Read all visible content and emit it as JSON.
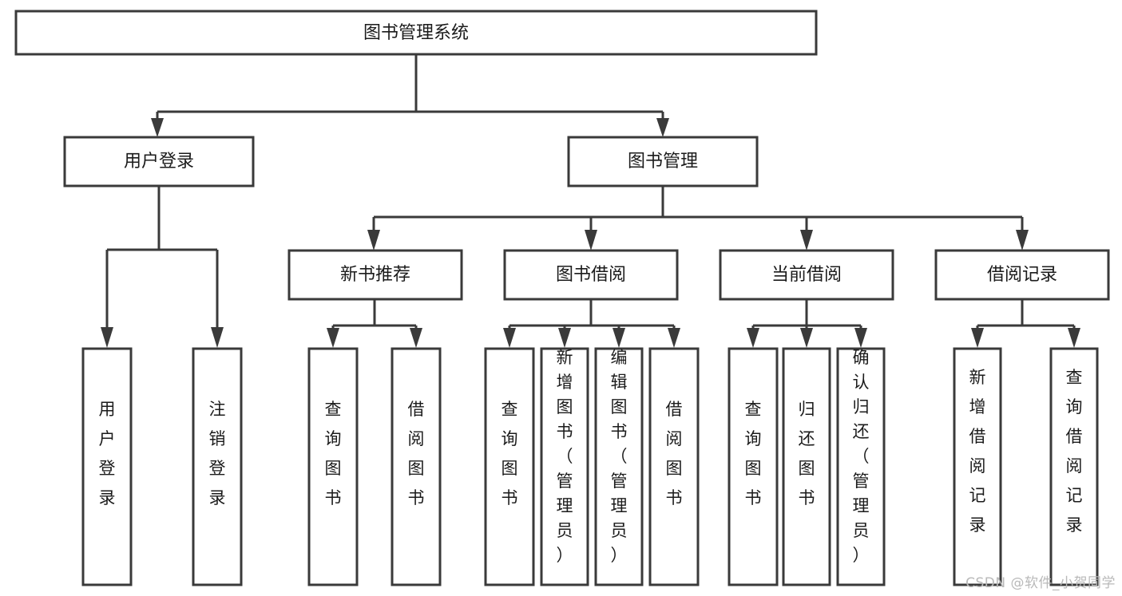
{
  "diagram": {
    "title": "图书管理系统",
    "type": "tree-hierarchy",
    "watermark": "CSDN @软件_小贺同学",
    "colors": {
      "stroke": "#3a3a3a",
      "background": "#ffffff",
      "text": "#1b1b1b",
      "watermark": "#b9b9b9"
    },
    "root": {
      "id": "root",
      "label": "图书管理系统",
      "orientation": "horizontal"
    },
    "level2": [
      {
        "id": "user-login",
        "label": "用户登录",
        "orientation": "horizontal"
      },
      {
        "id": "book-manage",
        "label": "图书管理",
        "orientation": "horizontal"
      }
    ],
    "level3": [
      {
        "id": "new-book-recommend",
        "label": "新书推荐",
        "orientation": "horizontal",
        "parent": "book-manage"
      },
      {
        "id": "book-borrow",
        "label": "图书借阅",
        "orientation": "horizontal",
        "parent": "book-manage"
      },
      {
        "id": "current-borrow",
        "label": "当前借阅",
        "orientation": "horizontal",
        "parent": "book-manage"
      },
      {
        "id": "borrow-record",
        "label": "借阅记录",
        "orientation": "horizontal",
        "parent": "book-manage"
      }
    ],
    "leaves": [
      {
        "id": "leaf-user-login",
        "label": "用户登录",
        "orientation": "vertical",
        "parent": "user-login"
      },
      {
        "id": "leaf-logout-login",
        "label": "注销登录",
        "orientation": "vertical",
        "parent": "user-login"
      },
      {
        "id": "leaf-query-book-1",
        "label": "查询图书",
        "orientation": "vertical",
        "parent": "new-book-recommend"
      },
      {
        "id": "leaf-borrow-book-1",
        "label": "借阅图书",
        "orientation": "vertical",
        "parent": "new-book-recommend"
      },
      {
        "id": "leaf-query-book-2",
        "label": "查询图书",
        "orientation": "vertical",
        "parent": "book-borrow"
      },
      {
        "id": "leaf-add-book",
        "label": "新增图书（管理员）",
        "orientation": "vertical",
        "parent": "book-borrow"
      },
      {
        "id": "leaf-edit-book",
        "label": "编辑图书（管理员）",
        "orientation": "vertical",
        "parent": "book-borrow"
      },
      {
        "id": "leaf-borrow-book-2",
        "label": "借阅图书",
        "orientation": "vertical",
        "parent": "book-borrow"
      },
      {
        "id": "leaf-query-book-3",
        "label": "查询图书",
        "orientation": "vertical",
        "parent": "current-borrow"
      },
      {
        "id": "leaf-return-book",
        "label": "归还图书",
        "orientation": "vertical",
        "parent": "current-borrow"
      },
      {
        "id": "leaf-confirm-return",
        "label": "确认归还（管理员）",
        "orientation": "vertical",
        "parent": "current-borrow"
      },
      {
        "id": "leaf-add-record",
        "label": "新增借阅记录",
        "orientation": "vertical",
        "parent": "borrow-record"
      },
      {
        "id": "leaf-query-record",
        "label": "查询借阅记录",
        "orientation": "vertical",
        "parent": "borrow-record"
      }
    ]
  }
}
